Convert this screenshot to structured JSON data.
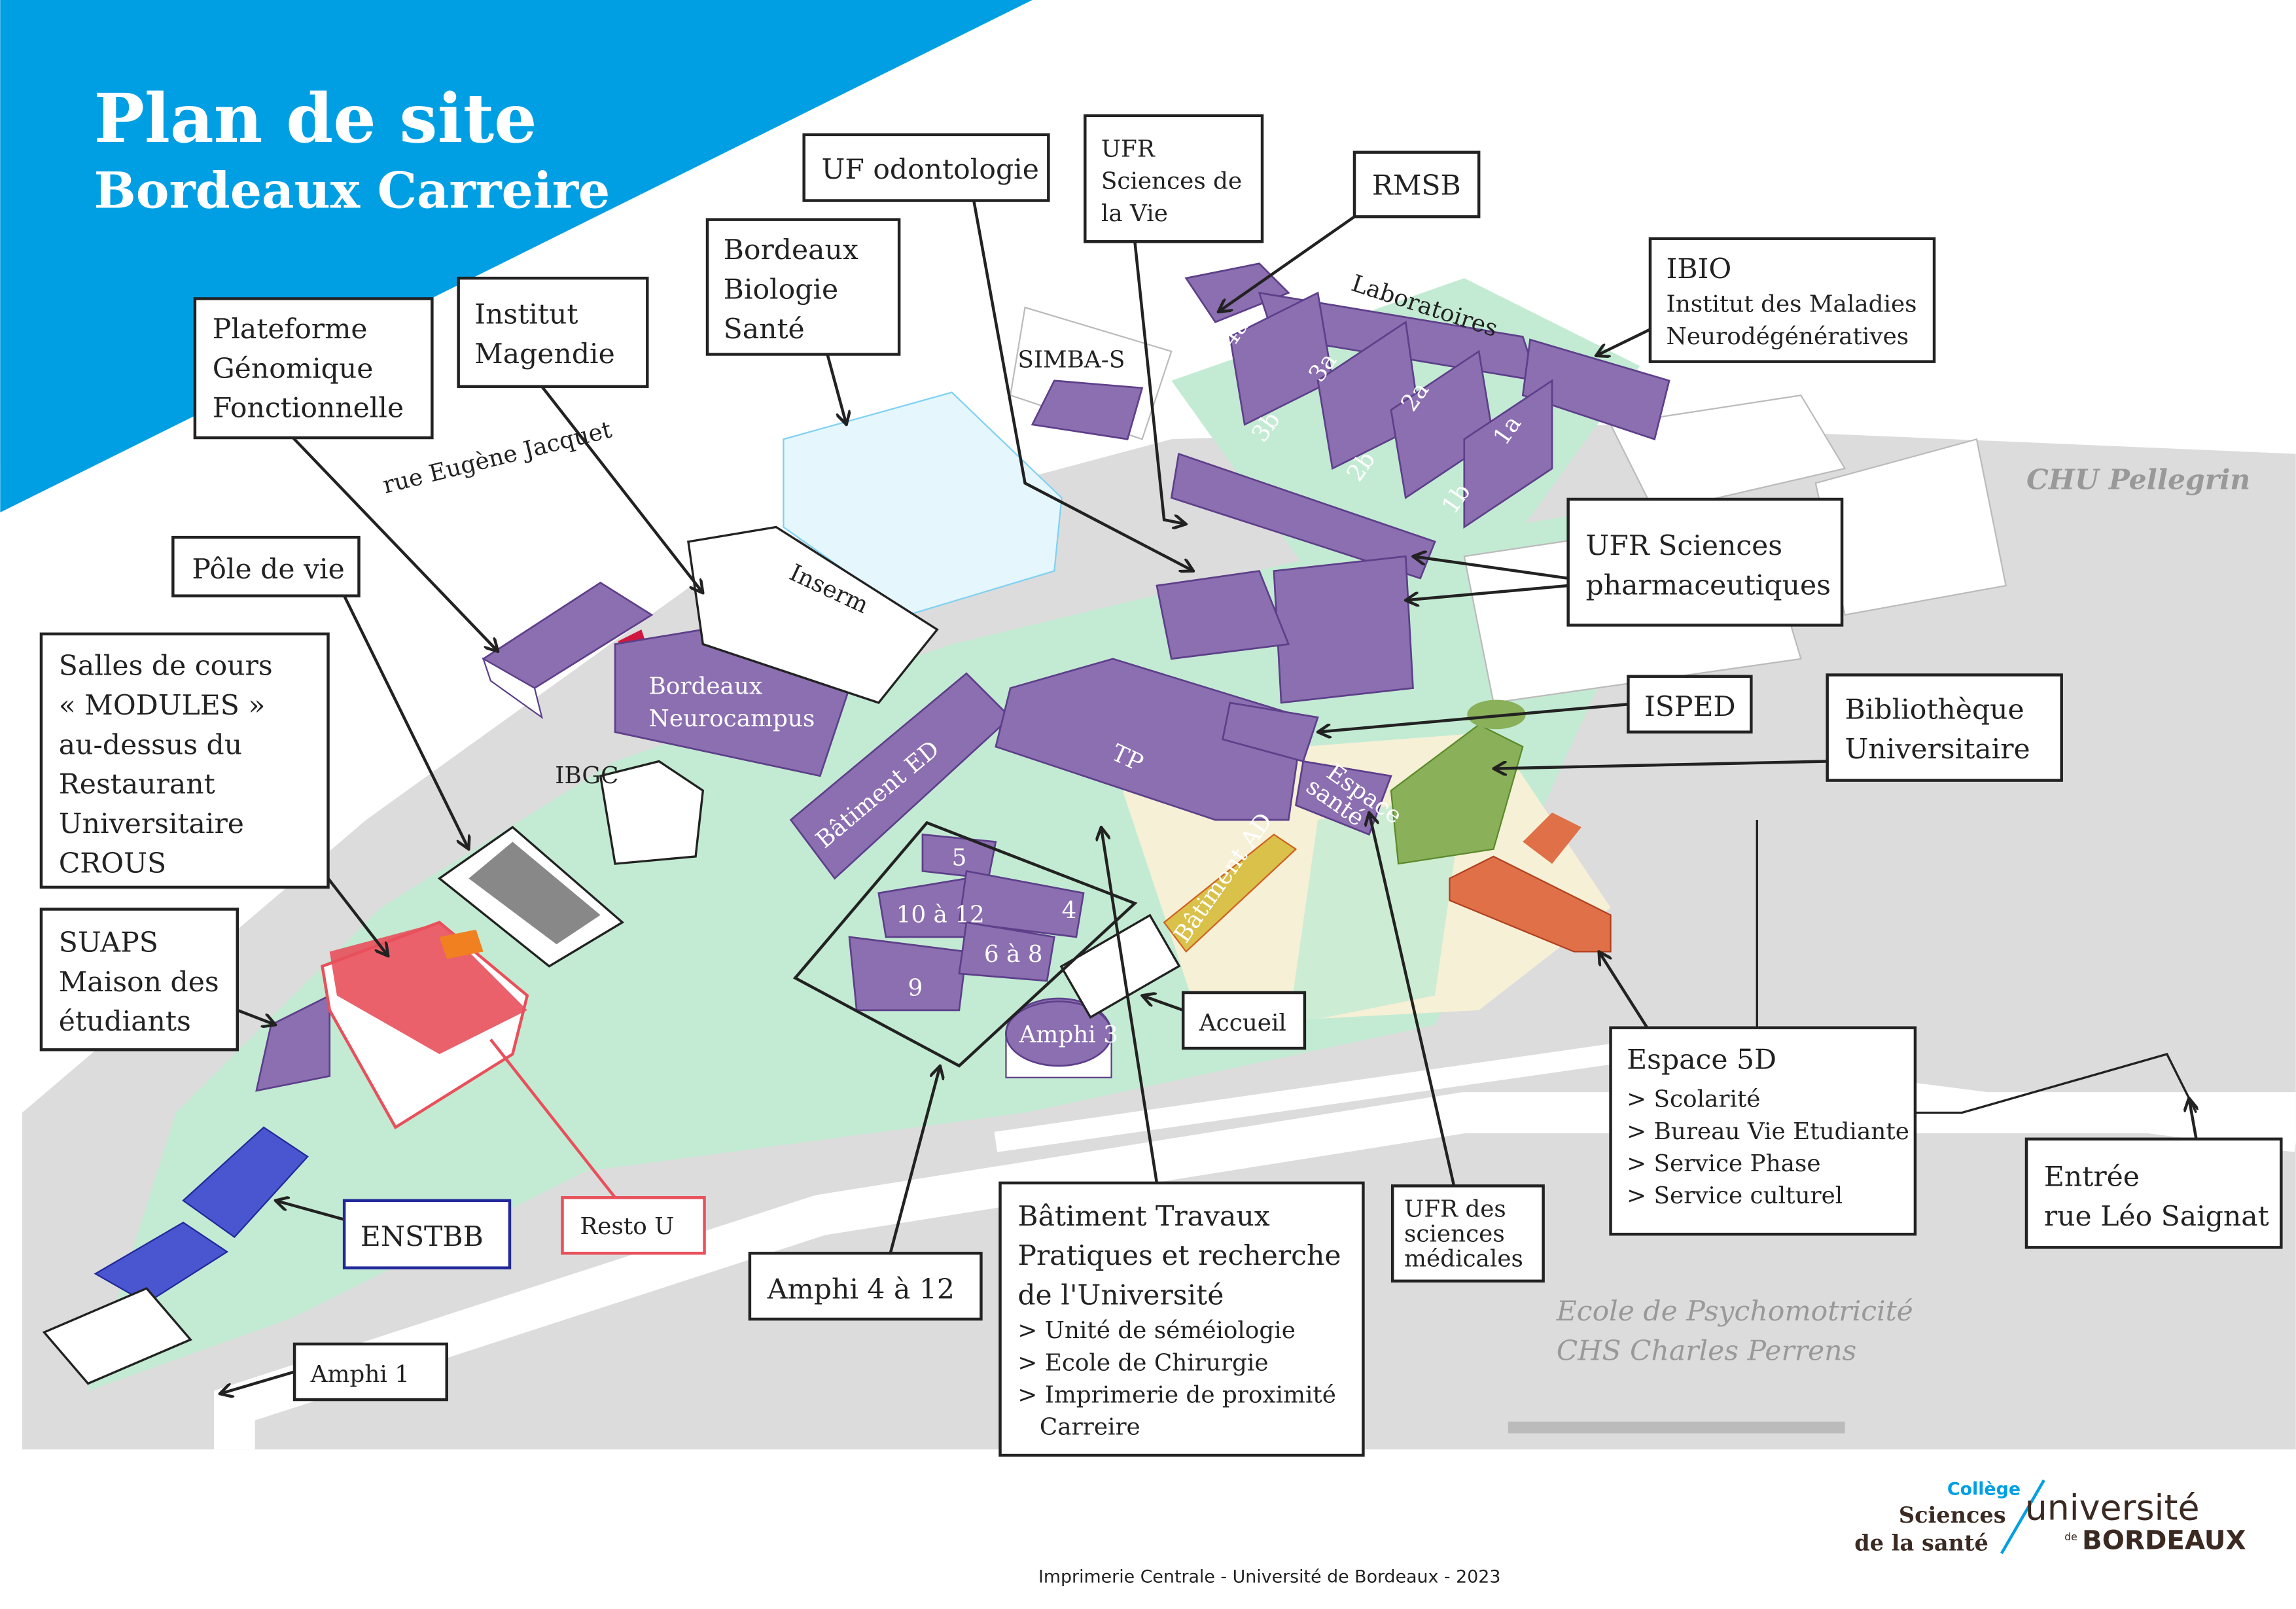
{
  "header": {
    "title": "Plan de site",
    "subtitle": "Bordeaux Carreire"
  },
  "colors": {
    "brand_blue": "#009fe3",
    "green_space": "#c3ebd3",
    "purple_building": "#8b6fb0",
    "road": "#dcdcdc",
    "paths": "#f6f0d6",
    "library_green": "#8ab05a",
    "espace5d_orange": "#e07048",
    "resto_red": "#e8505b",
    "enstbb_blue": "#4a55d0",
    "batiment_ad_yellow": "#d9c14a"
  },
  "callouts": {
    "uf_odontologie": [
      "UF odontologie"
    ],
    "ufr_sciences_vie": [
      "UFR",
      "Sciences de",
      "la Vie"
    ],
    "rmsb": [
      "RMSB"
    ],
    "ibio": [
      "IBIO",
      "Institut des Maladies",
      "Neurodégénératives"
    ],
    "bordeaux_biologie_sante": [
      "Bordeaux",
      "Biologie",
      "Santé"
    ],
    "institut_magendie": [
      "Institut",
      "Magendie"
    ],
    "plateforme_genomique": [
      "Plateforme",
      "Génomique",
      "Fonctionnelle"
    ],
    "pole_de_vie": [
      "Pôle de vie"
    ],
    "salles_de_cours": [
      "Salles de cours",
      "« MODULES »",
      "au-dessus du",
      "Restaurant",
      "Universitaire",
      "CROUS"
    ],
    "suaps": [
      "SUAPS",
      "Maison des",
      "étudiants"
    ],
    "enstbb": [
      "ENSTBB"
    ],
    "resto_u": [
      "Resto U"
    ],
    "amphi_1": [
      "Amphi 1"
    ],
    "amphi_4_12": [
      "Amphi 4 à 12"
    ],
    "batiment_tp": [
      "Bâtiment Travaux",
      "Pratiques et recherche",
      "de l'Université",
      "> Unité de séméiologie",
      "> Ecole de Chirurgie",
      "> Imprimerie de proximité",
      "Carreire"
    ],
    "ufr_sciences_medicales": [
      "UFR des",
      "sciences",
      "médicales"
    ],
    "accueil": [
      "Accueil"
    ],
    "espace_5d": [
      "Espace 5D",
      "> Scolarité",
      "> Bureau Vie Etudiante",
      "> Service Phase",
      "> Service culturel"
    ],
    "entree": [
      "Entrée",
      "rue Léo Saignat"
    ],
    "ufr_pharma": [
      "UFR Sciences",
      "pharmaceutiques"
    ],
    "isped": [
      "ISPED"
    ],
    "bibliotheque": [
      "Bibliothèque",
      "Universitaire"
    ]
  },
  "map_labels": {
    "rue": "rue Eugène Jacquet",
    "laboratoires": "Laboratoires",
    "simba": "SIMBA-S",
    "chu": "CHU Pellegrin",
    "ecole_psy": [
      "Ecole de Psychomotricité",
      "CHS Charles Perrens"
    ],
    "ibgc": "IBGC",
    "inserm": "Inserm",
    "neurocampus": [
      "Bordeaux",
      "Neurocampus"
    ],
    "batiment_ed": "Bâtiment ED",
    "tp": "TP",
    "espace_sante": [
      "Espace",
      "santé"
    ],
    "batiment_ad": "Bâtiment AD",
    "modules": [
      "5",
      "10 à 12",
      "4",
      "6 à 8",
      "9"
    ],
    "amphi_3": "Amphi 3",
    "labs": [
      "4a",
      "3a",
      "2a",
      "1a",
      "3b",
      "2b",
      "1b"
    ]
  },
  "footer": {
    "credit": "Imprimerie Centrale - Université de Bordeaux - 2023"
  },
  "logo": {
    "college": "Collège",
    "line1": "Sciences",
    "line2": "de la santé",
    "universite": "université",
    "de": "de",
    "bordeaux": "BORDEAUX"
  }
}
